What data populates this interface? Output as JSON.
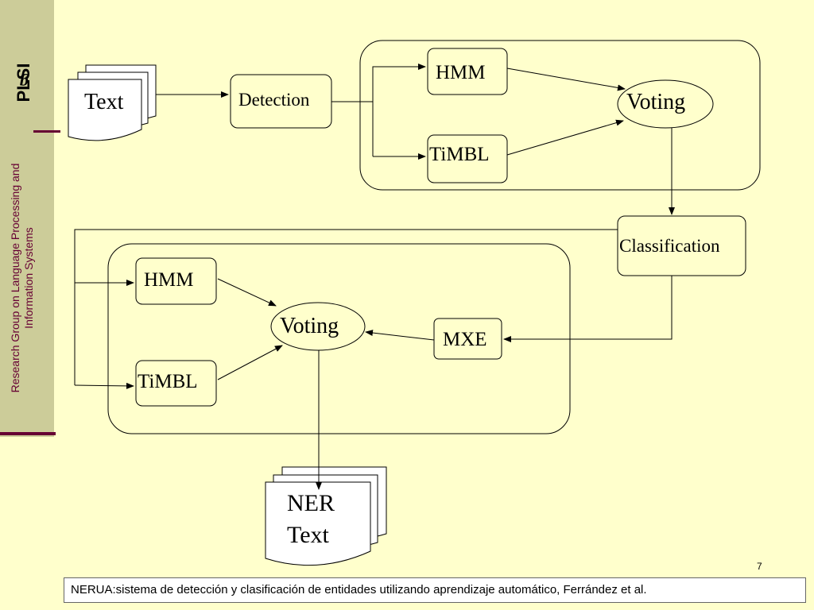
{
  "sidebar": {
    "logo_g": "g",
    "logo_text": "PLSI",
    "group_name": "Research Group on Language Processing and Information Systems"
  },
  "diagram": {
    "input_doc": "Text",
    "detection": "Detection",
    "top_hmm": "HMM",
    "top_timbl": "TiMBL",
    "top_voting": "Voting",
    "classification": "Classification",
    "bottom_hmm": "HMM",
    "bottom_timbl": "TiMBL",
    "bottom_voting": "Voting",
    "mxe": "MXE",
    "output_doc_line1": "NER",
    "output_doc_line2": "Text"
  },
  "slide": {
    "page_number": "7",
    "footer": "NERUA:sistema de detección y clasificación de entidades utilizando aprendizaje automático, Ferrández et al."
  }
}
